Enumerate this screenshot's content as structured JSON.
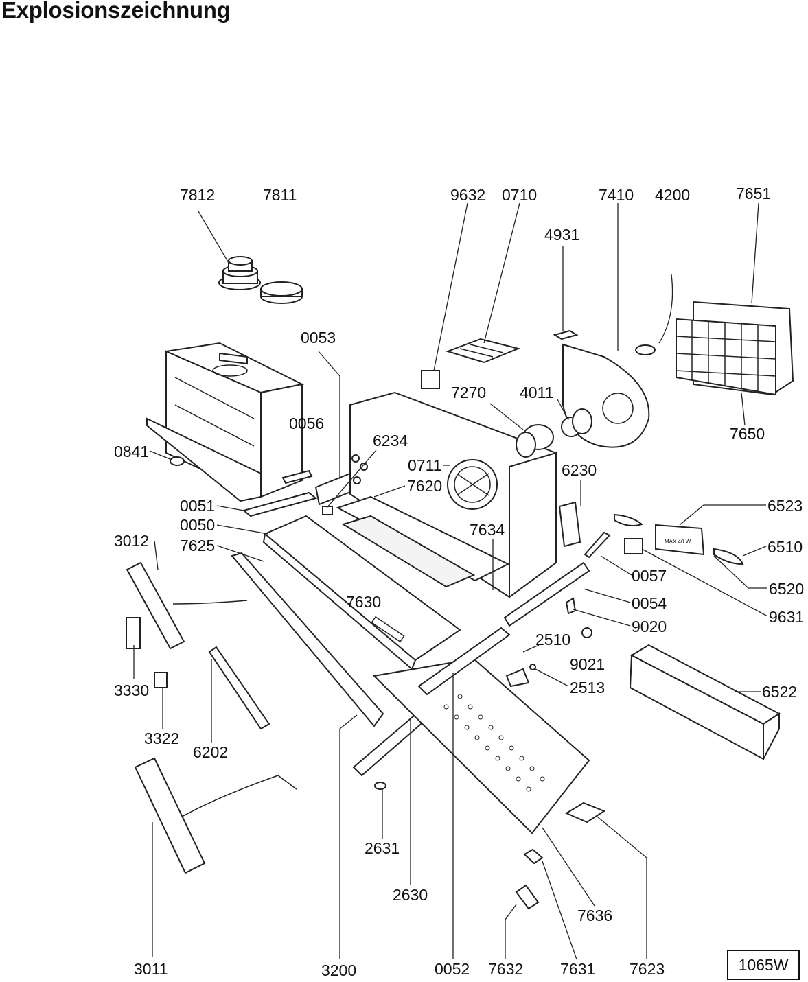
{
  "title": "Explosionszeichnung",
  "reference_code": "1065W",
  "labels": {
    "p7812": "7812",
    "p7811": "7811",
    "p9632": "9632",
    "p0710": "0710",
    "p7410": "7410",
    "p4200": "4200",
    "p7651": "7651",
    "p4931": "4931",
    "p0053": "0053",
    "p7270": "7270",
    "p4011": "4011",
    "p7650": "7650",
    "p0056": "0056",
    "p6234": "6234",
    "p0841": "0841",
    "p0711": "0711",
    "p6230": "6230",
    "p7620": "7620",
    "p0051": "0051",
    "p0050": "0050",
    "p7625": "7625",
    "p3012": "3012",
    "p7634": "7634",
    "p6523": "6523",
    "p6510": "6510",
    "p0057": "0057",
    "p6520": "6520",
    "p7630": "7630",
    "p0054": "0054",
    "p9631": "9631",
    "p9020": "9020",
    "p2510": "2510",
    "p9021": "9021",
    "p2513": "2513",
    "p6522": "6522",
    "p3330": "3330",
    "p3322": "3322",
    "p6202": "6202",
    "p2631": "2631",
    "p2630": "2630",
    "p7636": "7636",
    "p3011": "3011",
    "p3200": "3200",
    "p0052": "0052",
    "p7632": "7632",
    "p7631": "7631",
    "p7623": "7623"
  },
  "lamp_marking": "MAX 40 W"
}
